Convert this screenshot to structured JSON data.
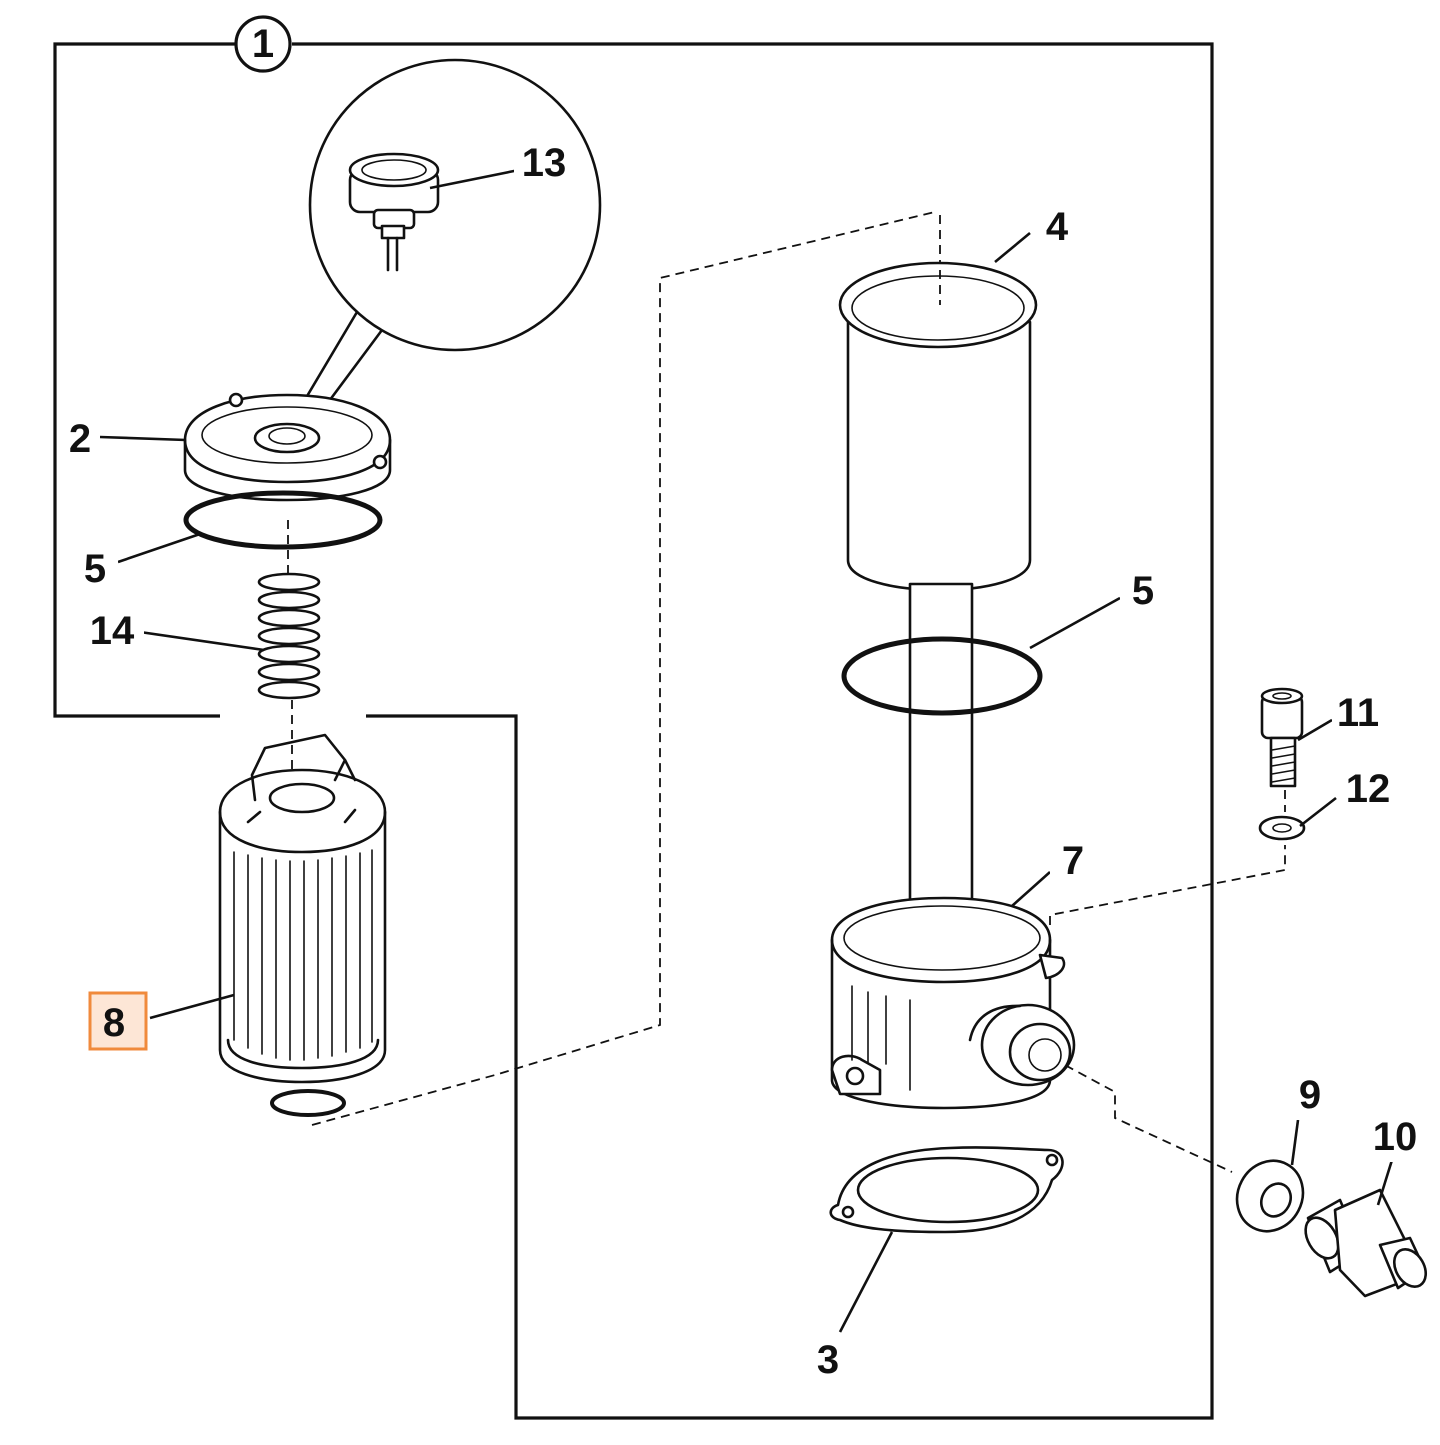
{
  "diagram": {
    "assembly_callout": "1",
    "highlight_color": "#f08a3c",
    "highlight_fill": "#fde6d6",
    "selected_part": "8",
    "labels": [
      {
        "id": "l1",
        "text": "1"
      },
      {
        "id": "l2",
        "text": "2"
      },
      {
        "id": "l3",
        "text": "3"
      },
      {
        "id": "l4",
        "text": "4"
      },
      {
        "id": "l5a",
        "text": "5"
      },
      {
        "id": "l5b",
        "text": "5"
      },
      {
        "id": "l7",
        "text": "7"
      },
      {
        "id": "l8",
        "text": "8"
      },
      {
        "id": "l9",
        "text": "9"
      },
      {
        "id": "l10",
        "text": "10"
      },
      {
        "id": "l11",
        "text": "11"
      },
      {
        "id": "l12",
        "text": "12"
      },
      {
        "id": "l13",
        "text": "13"
      },
      {
        "id": "l14",
        "text": "14"
      }
    ]
  }
}
